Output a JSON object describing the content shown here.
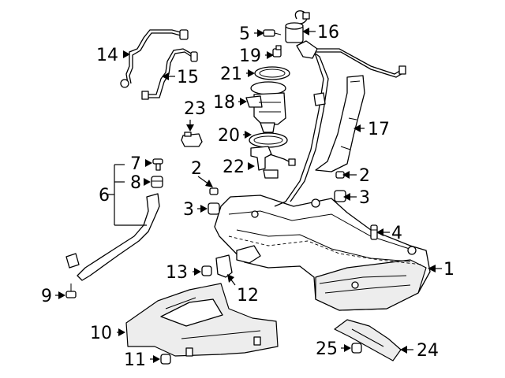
{
  "callouts": {
    "c1": "1",
    "c2a": "2",
    "c2b": "2",
    "c3a": "3",
    "c3b": "3",
    "c4": "4",
    "c5": "5",
    "c6": "6",
    "c7": "7",
    "c8": "8",
    "c9": "9",
    "c10": "10",
    "c11": "11",
    "c12": "12",
    "c13": "13",
    "c14": "14",
    "c15": "15",
    "c16": "16",
    "c17": "17",
    "c18": "18",
    "c19": "19",
    "c20": "20",
    "c21": "21",
    "c22": "22",
    "c23": "23",
    "c24": "24",
    "c25": "25"
  }
}
